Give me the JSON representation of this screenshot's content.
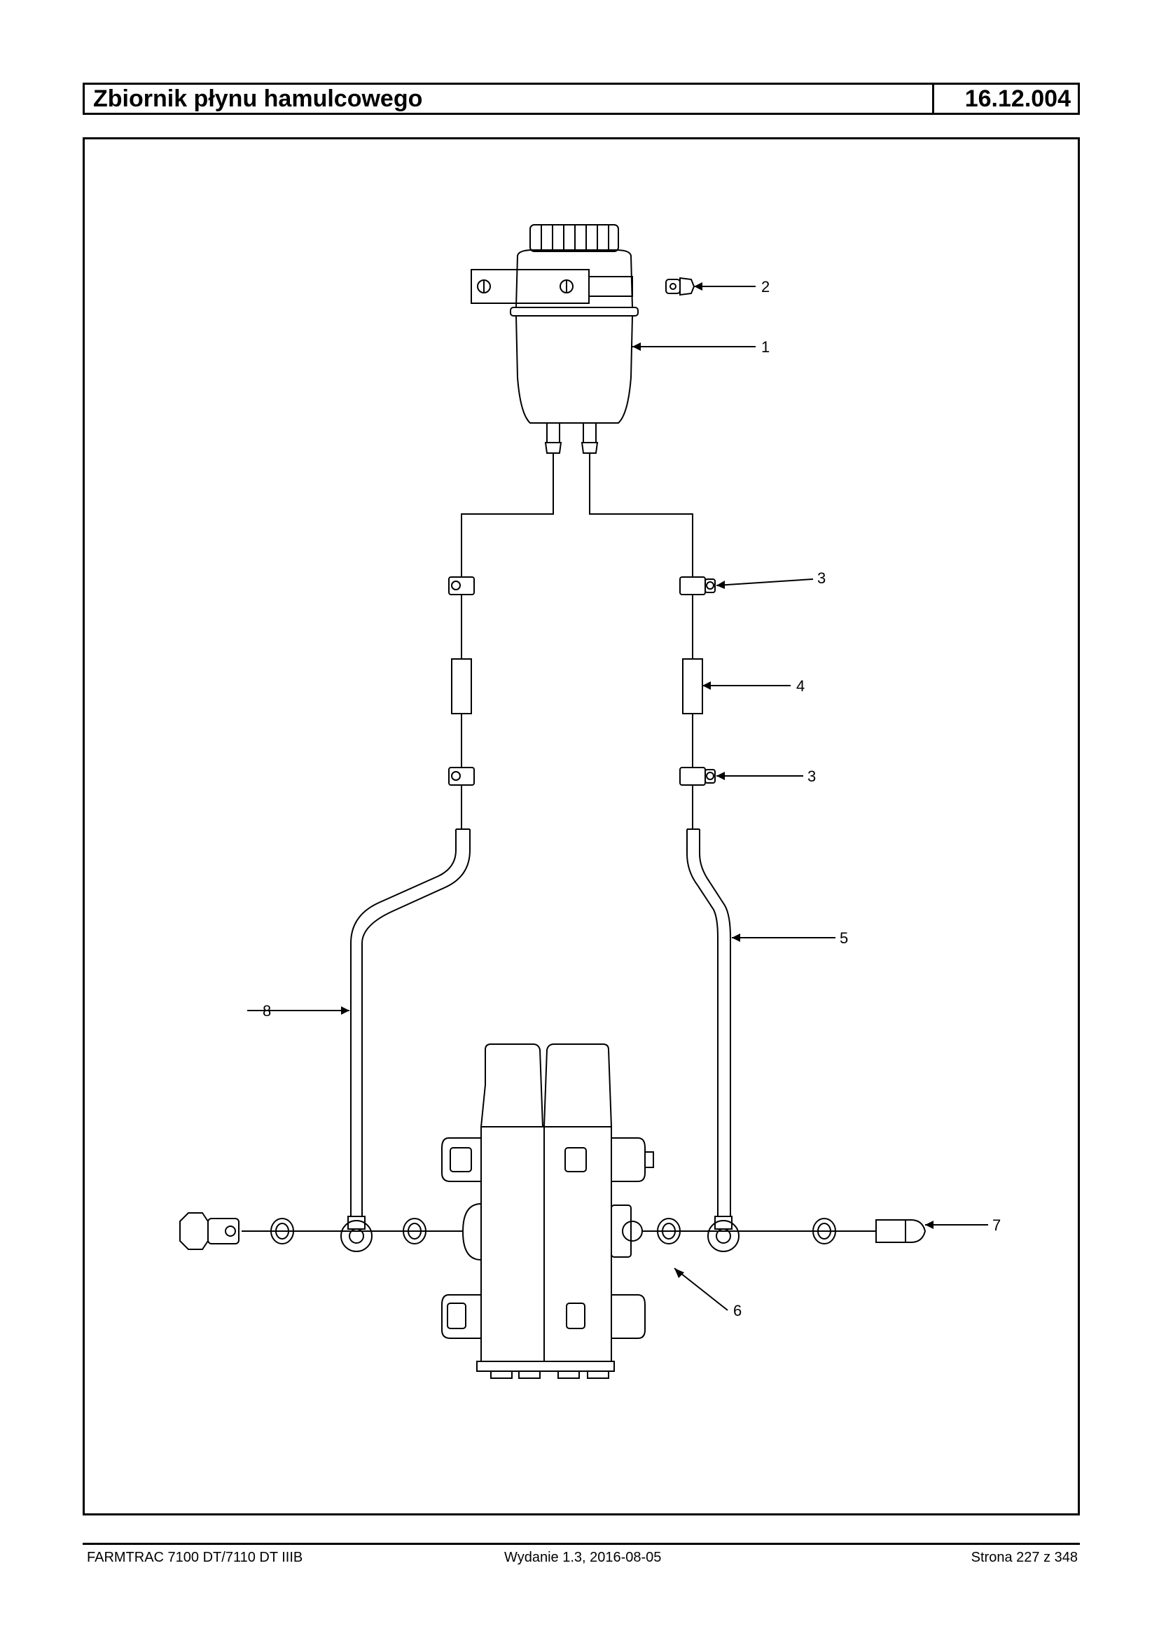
{
  "header": {
    "title": "Zbiornik płynu hamulcowego",
    "code": "16.12.004"
  },
  "diagram": {
    "callouts": [
      {
        "id": "c2",
        "label": "2"
      },
      {
        "id": "c1",
        "label": "1"
      },
      {
        "id": "c3a",
        "label": "3"
      },
      {
        "id": "c4",
        "label": "4"
      },
      {
        "id": "c3b",
        "label": "3"
      },
      {
        "id": "c5",
        "label": "5"
      },
      {
        "id": "c8",
        "label": "8"
      },
      {
        "id": "c7",
        "label": "7"
      },
      {
        "id": "c6",
        "label": "6"
      }
    ]
  },
  "footer": {
    "model": "FARMTRAC 7100 DT/7110 DT IIIB",
    "edition": "Wydanie 1.3,  2016-08-05",
    "page": "Strona 227 z 348"
  }
}
